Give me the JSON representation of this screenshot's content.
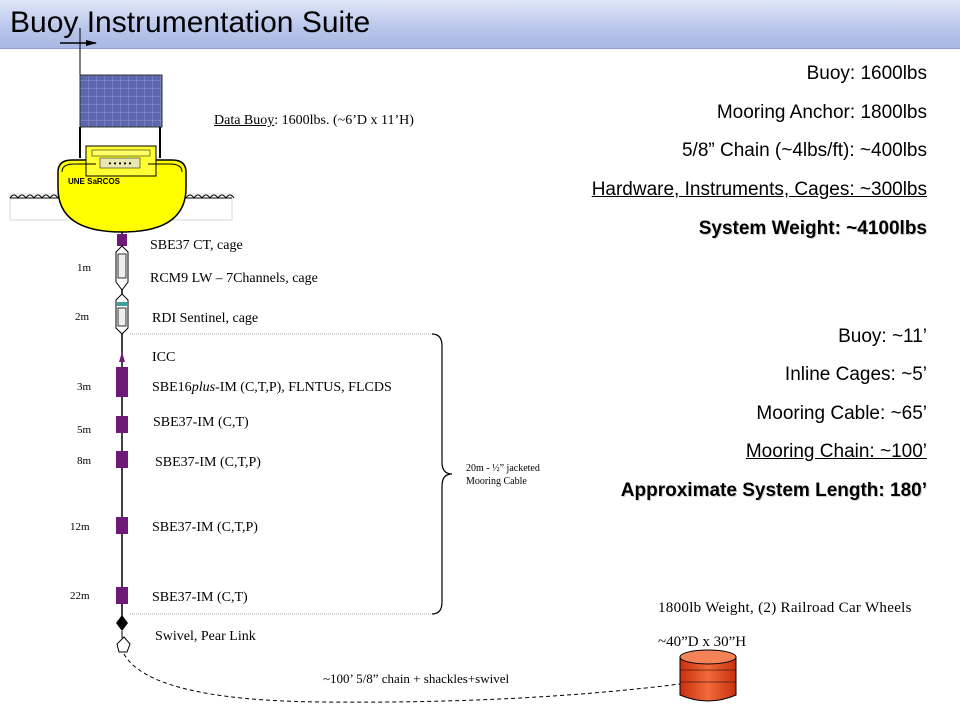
{
  "title": "Buoy Instrumentation Suite",
  "buoy": {
    "label_underlined": "Data Buoy",
    "label_rest": ": 1600lbs.  (~6’D x 11’H)",
    "name": "UNE SaRCOS"
  },
  "weights": [
    "Buoy: 1600lbs",
    "Mooring Anchor: 1800lbs",
    "5/8” Chain (~4lbs/ft): ~400lbs",
    "Hardware, Instruments, Cages: ~300lbs"
  ],
  "weight_total": "System Weight: ~4100lbs",
  "lengths": [
    "Buoy: ~11’",
    "Inline Cages: ~5’",
    "Mooring Cable: ~65’",
    "Mooring Chain: ~100’"
  ],
  "length_total": "Approximate System Length: 180’",
  "instruments": {
    "sbe37_cage": "SBE37 CT,  cage",
    "rcm9": "RCM9 LW – 7Channels, cage",
    "rdi": "RDI Sentinel, cage",
    "icc": "ICC",
    "sbe16_pre": "SBE16",
    "sbe16_em": "plus",
    "sbe16_post": "-IM (C,T,P), FLNTUS, FLCDS",
    "sbe37_5m": "SBE37-IM (C,T)",
    "sbe37_8m": "SBE37-IM (C,T,P)",
    "sbe37_12m": "SBE37-IM (C,T,P)",
    "sbe37_22m": "SBE37-IM (C,T)",
    "swivel": "Swivel, Pear Link"
  },
  "depths": [
    "1m",
    "2m",
    "3m",
    "5m",
    "8m",
    "12m",
    "22m"
  ],
  "cable_label": [
    "20m -  ½” jacketed",
    "Mooring Cable"
  ],
  "chain_label": "~100’ 5/8” chain + shackles+swivel",
  "anchor_label": [
    "1800lb Weight, (2) Railroad Car Wheels",
    "~40”D x 30”H"
  ],
  "colors": {
    "header": "#b8c5ea",
    "buoy_yellow": "#ffff00",
    "instrument_purple": "#6e1a78",
    "anchor_red": "#e8461c",
    "solar_blue": "#6670b8"
  }
}
